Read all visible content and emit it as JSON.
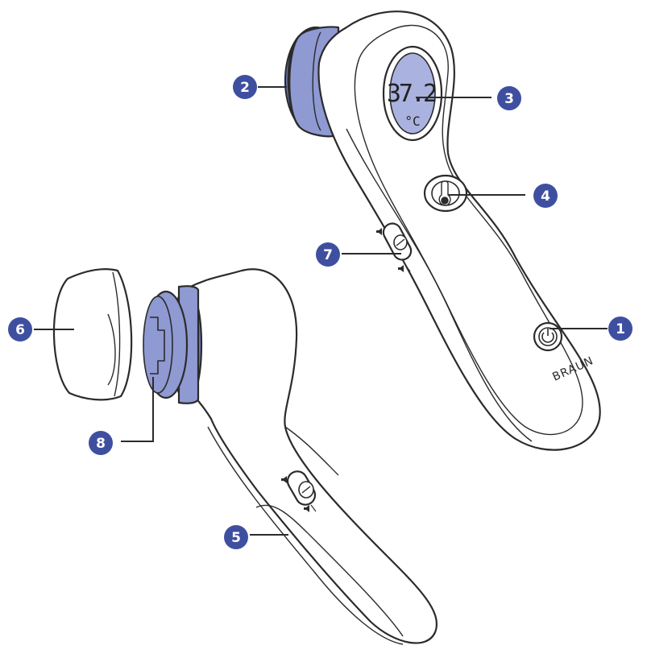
{
  "colors": {
    "badge": "#3f4fa0",
    "badge_text": "#ffffff",
    "probe_blue": "#8f99d2",
    "probe_blue_dark": "#6f7bc0",
    "outline": "#2b2b2b",
    "body_fill": "#ffffff"
  },
  "display": {
    "reading": "37.2",
    "unit": "°C"
  },
  "logo": {
    "text": "BRAUN"
  },
  "switch_icons": {
    "sound_on": "speaker-on-icon",
    "sound_off": "speaker-muted-icon"
  },
  "callouts": [
    {
      "id": "power-button",
      "number": "1"
    },
    {
      "id": "probe-tip",
      "number": "2"
    },
    {
      "id": "display",
      "number": "3"
    },
    {
      "id": "measure-button",
      "number": "4"
    },
    {
      "id": "handle",
      "number": "5"
    },
    {
      "id": "protective-cap",
      "number": "6"
    },
    {
      "id": "mute-switch",
      "number": "7"
    },
    {
      "id": "probe-sensor",
      "number": "8"
    }
  ]
}
